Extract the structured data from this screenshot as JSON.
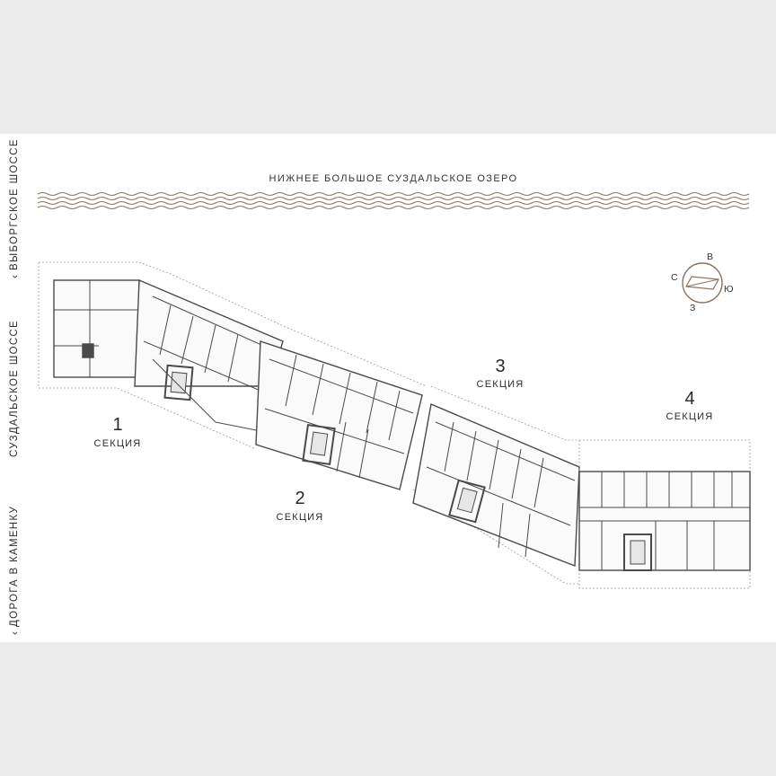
{
  "roads": {
    "vyborg": "ВЫБОРГСКОЕ ШОССЕ",
    "suzdal": "СУЗДАЛЬСКОЕ ШОССЕ",
    "kamenka": "ДОРОГА В КАМЕНКУ",
    "arrow": "‹"
  },
  "lake": {
    "title": "НИЖНЕЕ БОЛЬШОЕ СУЗДАЛЬСКОЕ ОЗЕРО"
  },
  "compass": {
    "north": "С",
    "east": "В",
    "south": "Ю",
    "west": "З",
    "accent_color": "#8a7560"
  },
  "sections": [
    {
      "number": "1",
      "label": "СЕКЦИЯ"
    },
    {
      "number": "2",
      "label": "СЕКЦИЯ"
    },
    {
      "number": "3",
      "label": "СЕКЦИЯ"
    },
    {
      "number": "4",
      "label": "СЕКЦИЯ"
    }
  ],
  "colors": {
    "wave": "#8a7560",
    "walls": "#4a4a4a",
    "outline": "#9a9a9a"
  }
}
